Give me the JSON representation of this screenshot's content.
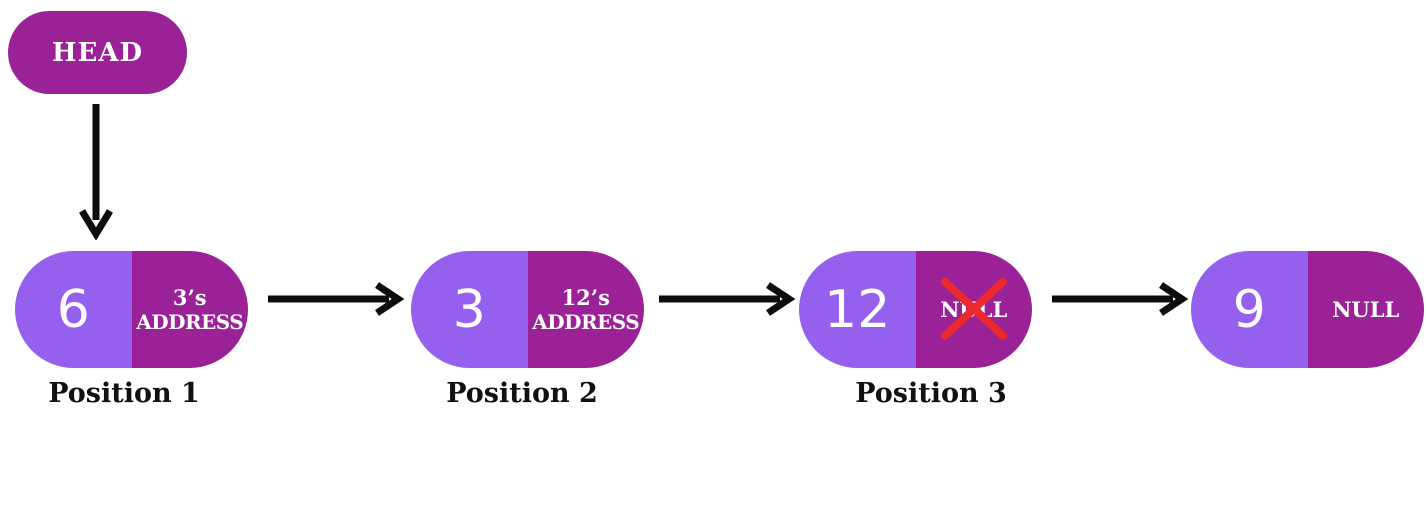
{
  "diagram_type": "singly-linked-list",
  "colors": {
    "value_cell_bg": "#9560ee",
    "pointer_cell_bg": "#9b2196",
    "head_bg": "#9b2196",
    "node_text": "#ffffff",
    "arrow": "#0d0d0d",
    "cross_out": "#ea2a2e",
    "position_label_text": "#111111",
    "background": "#ffffff"
  },
  "head": {
    "label": "HEAD"
  },
  "nodes": [
    {
      "value": "6",
      "pointer_line1": "3’s",
      "pointer_line2": "ADDRESS",
      "position_label": "Position 1",
      "pointer_crossed_out": false
    },
    {
      "value": "3",
      "pointer_line1": "12’s",
      "pointer_line2": "ADDRESS",
      "position_label": "Position 2",
      "pointer_crossed_out": false
    },
    {
      "value": "12",
      "pointer_line1": "NULL",
      "pointer_line2": "",
      "position_label": "Position 3",
      "pointer_crossed_out": true
    },
    {
      "value": "9",
      "pointer_line1": "NULL",
      "pointer_line2": "",
      "position_label": "",
      "pointer_crossed_out": false
    }
  ]
}
